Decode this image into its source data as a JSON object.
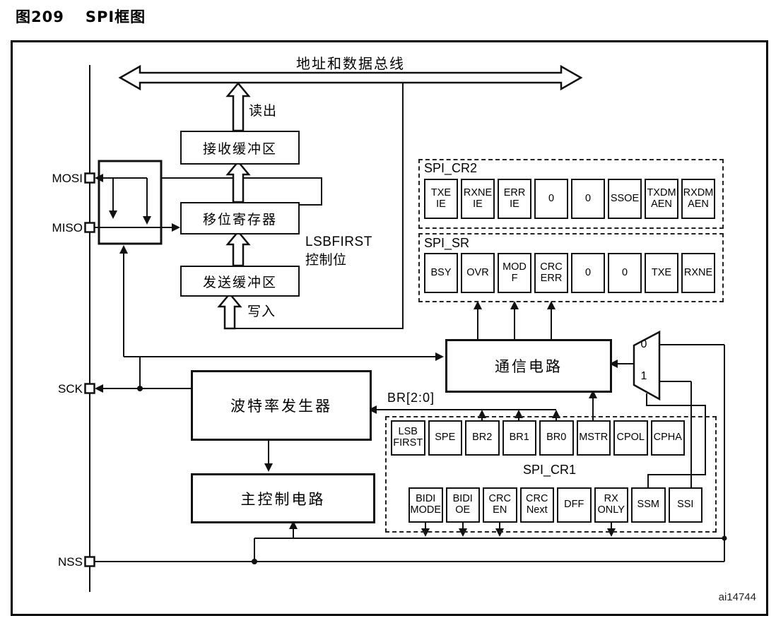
{
  "figure": {
    "label": "图209",
    "title": "SPI框图",
    "code": "ai14744"
  },
  "bus": {
    "title": "地址和数据总线",
    "read": "读出",
    "write": "写入"
  },
  "pins": {
    "mosi": "MOSI",
    "miso": "MISO",
    "sck": "SCK",
    "nss": "NSS"
  },
  "blocks": {
    "rx_buffer": "接收缓冲区",
    "shift_register": "移位寄存器",
    "tx_buffer": "发送缓冲区",
    "baud_generator": "波特率发生器",
    "master_control": "主控制电路",
    "comm_circuit": "通信电路"
  },
  "labels": {
    "lsbfirst": "LSBFIRST\n控制位",
    "br_bus": "BR[2:0]"
  },
  "mux": {
    "in0": "0",
    "in1": "1"
  },
  "registers": {
    "cr2": {
      "name": "SPI_CR2",
      "cells": [
        "TXE\nIE",
        "RXNE\nIE",
        "ERR\nIE",
        "0",
        "0",
        "SSOE",
        "TXDM\nAEN",
        "RXDM\nAEN"
      ]
    },
    "sr": {
      "name": "SPI_SR",
      "cells": [
        "BSY",
        "OVR",
        "MOD\nF",
        "CRC\nERR",
        "0",
        "0",
        "TXE",
        "RXNE"
      ]
    },
    "cr1": {
      "name": "SPI_CR1",
      "row1": [
        "LSB\nFIRST",
        "SPE",
        "BR2",
        "BR1",
        "BR0",
        "MSTR",
        "CPOL",
        "CPHA"
      ],
      "row2": [
        "BIDI\nMODE",
        "BIDI\nOE",
        "CRC\nEN",
        "CRC\nNext",
        "DFF",
        "RX\nONLY",
        "SSM",
        "SSI"
      ]
    }
  }
}
